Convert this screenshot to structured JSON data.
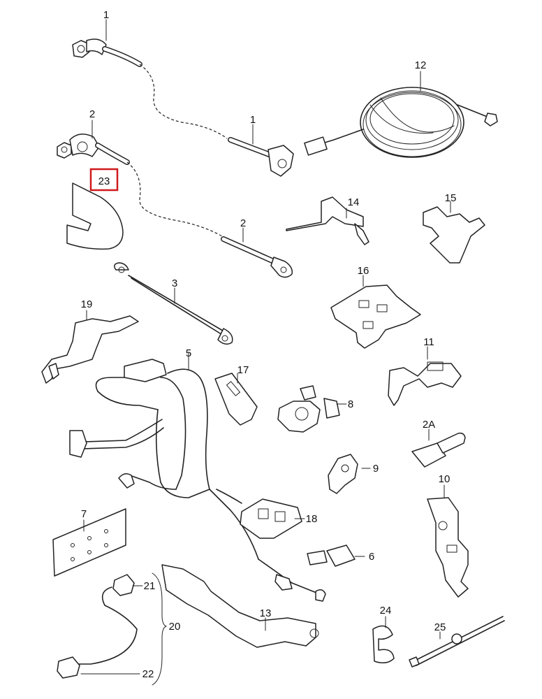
{
  "diagram": {
    "callouts": [
      {
        "id": "c1a",
        "text": "1"
      },
      {
        "id": "c1b",
        "text": "1"
      },
      {
        "id": "c2a",
        "text": "2"
      },
      {
        "id": "c2b",
        "text": "2"
      },
      {
        "id": "c23",
        "text": "23"
      },
      {
        "id": "c12",
        "text": "12"
      },
      {
        "id": "c14",
        "text": "14"
      },
      {
        "id": "c15",
        "text": "15"
      },
      {
        "id": "c3",
        "text": "3"
      },
      {
        "id": "c16",
        "text": "16"
      },
      {
        "id": "c19",
        "text": "19"
      },
      {
        "id": "c5",
        "text": "5"
      },
      {
        "id": "c17",
        "text": "17"
      },
      {
        "id": "c11",
        "text": "11"
      },
      {
        "id": "c8",
        "text": "8"
      },
      {
        "id": "c2A",
        "text": "2A"
      },
      {
        "id": "c9",
        "text": "9"
      },
      {
        "id": "c10",
        "text": "10"
      },
      {
        "id": "c18",
        "text": "18"
      },
      {
        "id": "c7",
        "text": "7"
      },
      {
        "id": "c6",
        "text": "6"
      },
      {
        "id": "c21",
        "text": "21"
      },
      {
        "id": "c20",
        "text": "20"
      },
      {
        "id": "c13",
        "text": "13"
      },
      {
        "id": "c24",
        "text": "24"
      },
      {
        "id": "c25",
        "text": "25"
      },
      {
        "id": "c22",
        "text": "22"
      }
    ],
    "highlight": {
      "callout": "c23",
      "color": "#d0191c"
    }
  }
}
